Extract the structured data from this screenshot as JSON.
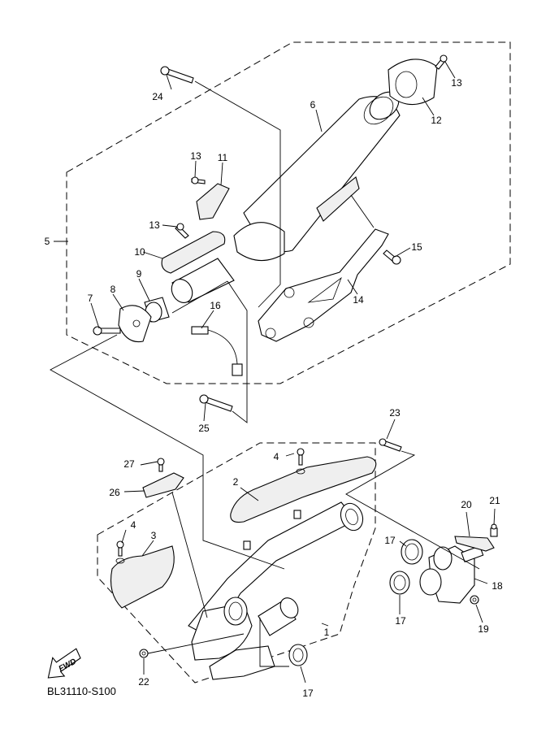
{
  "diagram": {
    "catalog_code": "BL31110-S100",
    "fwd_label": "FWD",
    "callouts": [
      {
        "id": "c1",
        "text": "1"
      },
      {
        "id": "c2",
        "text": "2"
      },
      {
        "id": "c3",
        "text": "3"
      },
      {
        "id": "c4a",
        "text": "4"
      },
      {
        "id": "c4b",
        "text": "4"
      },
      {
        "id": "c5",
        "text": "5"
      },
      {
        "id": "c6",
        "text": "6"
      },
      {
        "id": "c7",
        "text": "7"
      },
      {
        "id": "c8",
        "text": "8"
      },
      {
        "id": "c9",
        "text": "9"
      },
      {
        "id": "c10",
        "text": "10"
      },
      {
        "id": "c11",
        "text": "11"
      },
      {
        "id": "c12",
        "text": "12"
      },
      {
        "id": "c13a",
        "text": "13"
      },
      {
        "id": "c13b",
        "text": "13"
      },
      {
        "id": "c13c",
        "text": "13"
      },
      {
        "id": "c14",
        "text": "14"
      },
      {
        "id": "c15",
        "text": "15"
      },
      {
        "id": "c16",
        "text": "16"
      },
      {
        "id": "c17a",
        "text": "17"
      },
      {
        "id": "c17b",
        "text": "17"
      },
      {
        "id": "c17c",
        "text": "17"
      },
      {
        "id": "c18",
        "text": "18"
      },
      {
        "id": "c19",
        "text": "19"
      },
      {
        "id": "c20",
        "text": "20"
      },
      {
        "id": "c21",
        "text": "21"
      },
      {
        "id": "c22",
        "text": "22"
      },
      {
        "id": "c23",
        "text": "23"
      },
      {
        "id": "c24",
        "text": "24"
      },
      {
        "id": "c25",
        "text": "25"
      },
      {
        "id": "c26",
        "text": "26"
      },
      {
        "id": "c27",
        "text": "27"
      }
    ]
  }
}
